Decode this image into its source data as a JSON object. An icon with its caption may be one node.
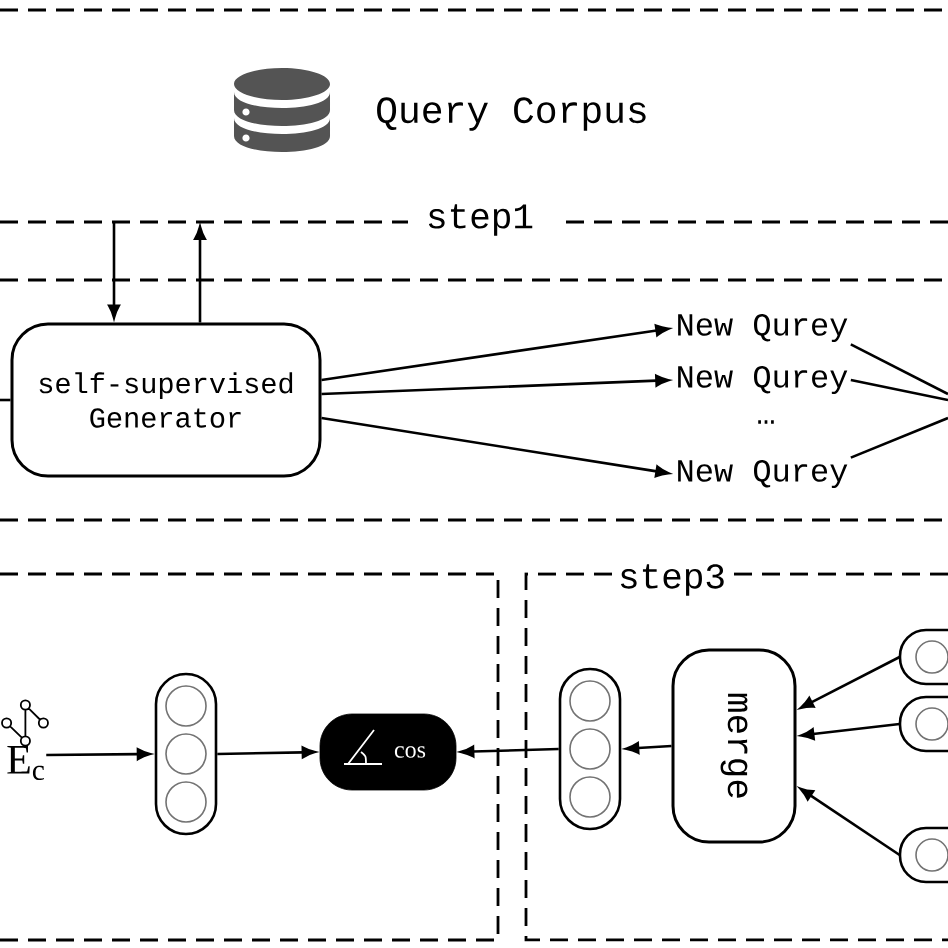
{
  "diagram": {
    "nodes": [
      {
        "text": [
          "Query Corpus"
        ]
      },
      {
        "text": [
          "self-supervised Generator"
        ]
      },
      {
        "text": [
          "New Qurey"
        ]
      },
      {
        "text": [
          "New Qurey"
        ]
      },
      {
        "text": [
          "New Qurey"
        ]
      },
      {
        "text": [],
        "shape": "box"
      },
      {
        "text": [
          "E$_{c}$"
        ],
        "in": 5
      },
      {
        "text": [],
        "shape": "box",
        "in": 5
      },
      {
        "text": [
          "cos"
        ],
        "in": 5
      },
      {
        "text": [
          "step3"
        ]
      },
      {
        "text": [],
        "shape": "box",
        "in": 9
      },
      {
        "text": [
          "merge"
        ],
        "in": 9
      },
      {
        "text": [],
        "shape": "circle",
        "in": 9
      },
      {
        "text": [],
        "shape": "circle",
        "in": 9
      },
      {
        "text": [],
        "shape": "circle",
        "in": 9
      }
    ],
    "edges": [
      {
        "from": null,
        "to": 1,
        "arrow": "to"
      },
      {
        "from": 1,
        "to": null,
        "arrow": "to"
      },
      {
        "from": null,
        "to": 1,
        "arrow": "none"
      },
      {
        "from": 1,
        "to": 2,
        "arrow": "to"
      },
      {
        "from": 1,
        "to": 3,
        "arrow": "to"
      },
      {
        "from": 1,
        "to": 4,
        "arrow": "to"
      },
      {
        "from": 2,
        "to": null,
        "arrow": "none"
      },
      {
        "from": 3,
        "to": null,
        "arrow": "none"
      },
      {
        "from": 4,
        "to": null,
        "arrow": "none"
      },
      {
        "from": 6,
        "to": 7,
        "arrow": "to"
      },
      {
        "from": 7,
        "to": 8,
        "arrow": "to"
      },
      {
        "from": 10,
        "to": 8,
        "arrow": "to"
      },
      {
        "from": 11,
        "to": 10,
        "arrow": "to"
      },
      {
        "from": 12,
        "to": 11,
        "arrow": "to"
      },
      {
        "from": 13,
        "to": 11,
        "arrow": "to"
      },
      {
        "from": 14,
        "to": 11,
        "arrow": "to"
      }
    ],
    "labels": [
      "step1",
      "…"
    ]
  }
}
